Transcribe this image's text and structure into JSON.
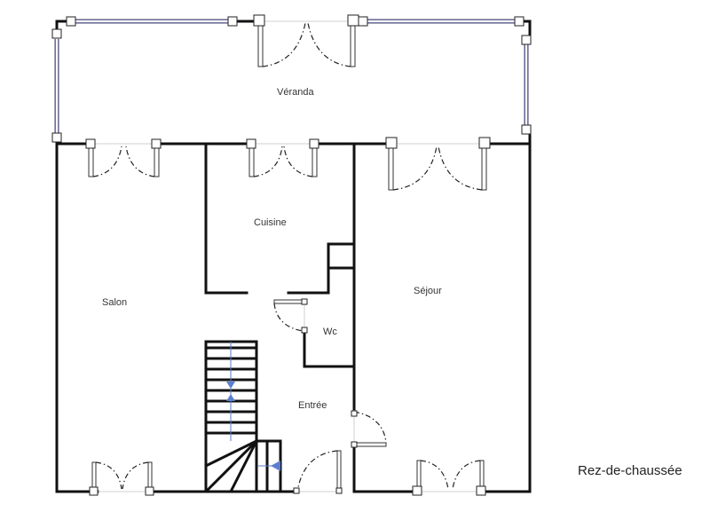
{
  "plan": {
    "title": "Rez-de-chaussée",
    "rooms": {
      "veranda": "Véranda",
      "cuisine": "Cuisine",
      "salon": "Salon",
      "sejour": "Séjour",
      "wc": "Wc",
      "entree": "Entrée"
    },
    "colors": {
      "wall": "#111111",
      "glazing": "#44447a",
      "stair_arrow": "#5b7fd0"
    }
  }
}
